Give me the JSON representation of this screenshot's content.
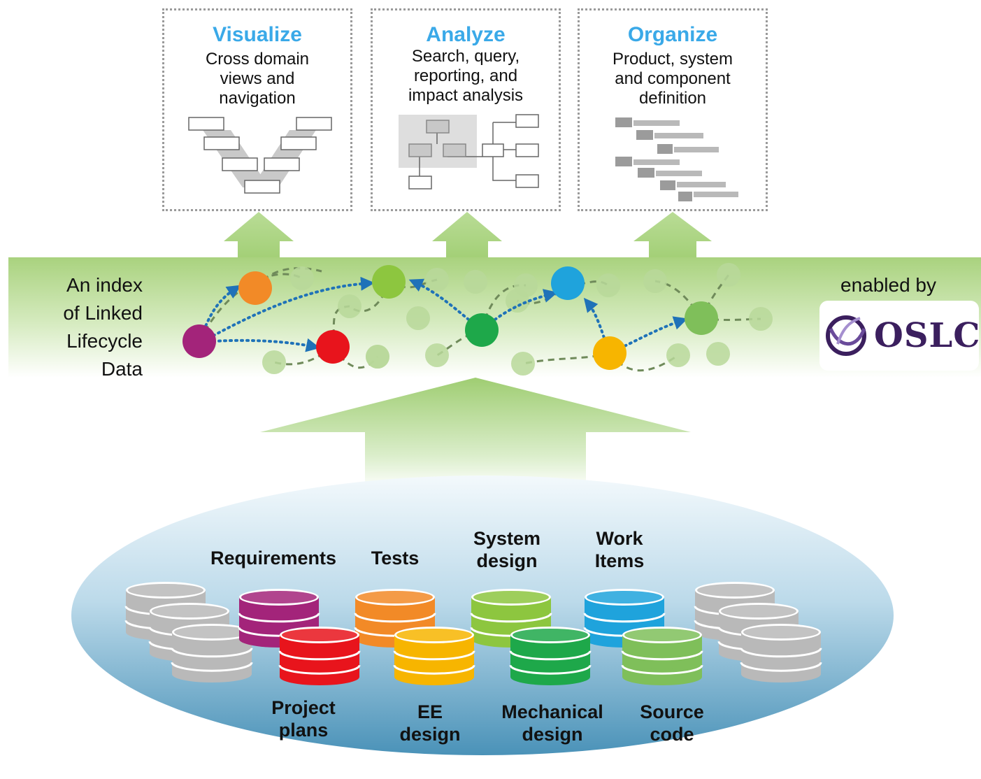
{
  "panels": [
    {
      "title": "Visualize",
      "description": "Cross domain\nviews and\nnavigation"
    },
    {
      "title": "Analyze",
      "description": "Search, query,\nreporting, and\nimpact analysis"
    },
    {
      "title": "Organize",
      "description": "Product, system\nand component\ndefinition"
    }
  ],
  "index_label": [
    "An index",
    "of Linked",
    "Lifecycle",
    "Data"
  ],
  "enabled_by": "enabled by",
  "logo_text": "OSLC",
  "repositories": {
    "top": [
      {
        "label": "Requirements",
        "color": "#a3247a"
      },
      {
        "label": "Tests",
        "color": "#f28a27"
      },
      {
        "label": "System\ndesign",
        "color": "#8dc63f"
      },
      {
        "label": "Work\nItems",
        "color": "#1fa3dc"
      }
    ],
    "bottom": [
      {
        "label": "Project\nplans",
        "color": "#e8141c"
      },
      {
        "label": "EE\ndesign",
        "color": "#f7b500"
      },
      {
        "label": "Mechanical\ndesign",
        "color": "#1ea84a"
      },
      {
        "label": "Source\ncode",
        "color": "#7fbf5a"
      }
    ],
    "other_color": "#b9b9b9"
  },
  "colors": {
    "band": "#a9d27e",
    "arrow": "#a6d17a",
    "ellipse_top": "#eef6fb",
    "ellipse_bottom": "#4b93b9",
    "link": "#1f72b8",
    "title": "#3aa9e8"
  }
}
